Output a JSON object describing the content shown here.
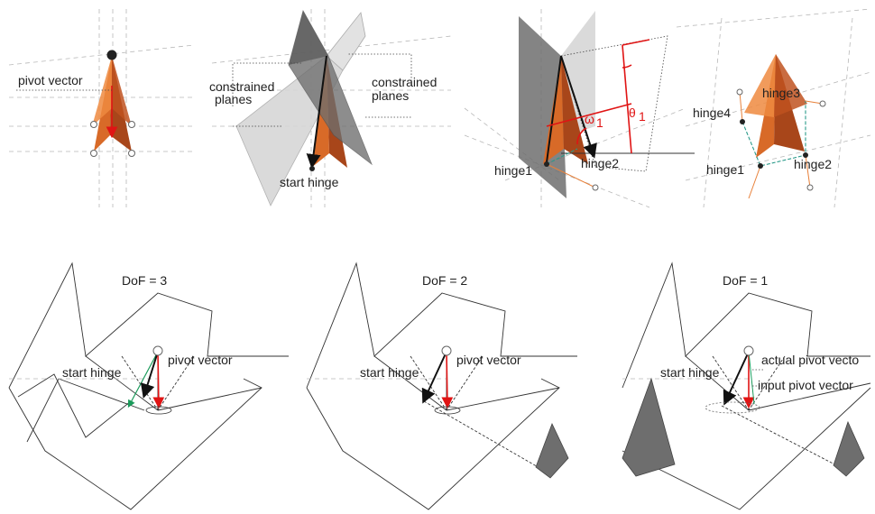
{
  "labels": {
    "pivot_vector": "pivot vector",
    "constrained_planes_left_1": "constrained",
    "constrained_planes_left_2": "planes",
    "constrained_planes_right_1": "constrained",
    "constrained_planes_right_2": "planes",
    "start_hinge_top": "start hinge",
    "omega": "ω",
    "omega_sub": "1",
    "theta": "θ",
    "theta_sub": "1",
    "hinge1_a": "hinge1",
    "hinge2_a": "hinge2",
    "hinge3": "hinge3",
    "hinge4": "hinge4",
    "hinge1_b": "hinge1",
    "hinge2_b": "hinge2",
    "dof3": "DoF = 3",
    "dof2": "DoF = 2",
    "dof1": "DoF = 1",
    "start_hinge_b1": "start hinge",
    "pivot_vector_b1": "pivot vector",
    "start_hinge_b2": "start hinge",
    "pivot_vector_b2": "pivot vector",
    "start_hinge_b3": "start hinge",
    "actual_pivot_vector": "actual pivot vecto",
    "input_pivot_vector": "input pivot vector"
  },
  "colors": {
    "orange": "#e0702a",
    "orange_dark": "#b04a14",
    "red": "#e01414",
    "green": "#1a9a5a",
    "plane_dark": "#6e6e6e",
    "plane_light": "#d6d6d6"
  }
}
